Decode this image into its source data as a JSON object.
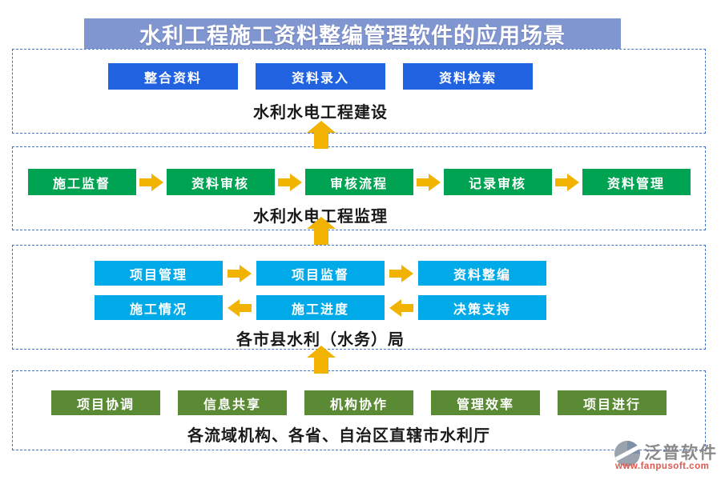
{
  "title": "水利工程施工资料整编管理软件的应用场景",
  "sections": [
    {
      "label": "水利水电工程建设",
      "buttons": [
        "整合资料",
        "资料录入",
        "资料检索"
      ]
    },
    {
      "label": "水利水电工程监理",
      "buttons": [
        "施工监督",
        "资料审核",
        "审核流程",
        "记录审核",
        "资料管理"
      ]
    },
    {
      "label": "各市县水利（水务）局",
      "rows": [
        {
          "direction": "right",
          "buttons": [
            "项目管理",
            "项目监督",
            "资料整编"
          ]
        },
        {
          "direction": "left",
          "buttons": [
            "施工情况",
            "施工进度",
            "决策支持"
          ]
        }
      ]
    },
    {
      "label": "各流域机构、各省、自治区直辖市水利厅",
      "buttons": [
        "项目协调",
        "信息共享",
        "机构协作",
        "管理效率",
        "项目进行"
      ]
    }
  ],
  "logo": {
    "name": "泛普软件",
    "url": "www.fanpusoft.com"
  },
  "colors": {
    "title_bg": "#8096d0",
    "section_border": "#4472c4",
    "button_blue": "#2062df",
    "button_green": "#00a351",
    "button_cyan": "#00a9e8",
    "button_olive": "#5b8a34",
    "arrow_amber": "#f2b200",
    "logo_text": "#8a8a8a",
    "logo_url": "#e2574c"
  }
}
